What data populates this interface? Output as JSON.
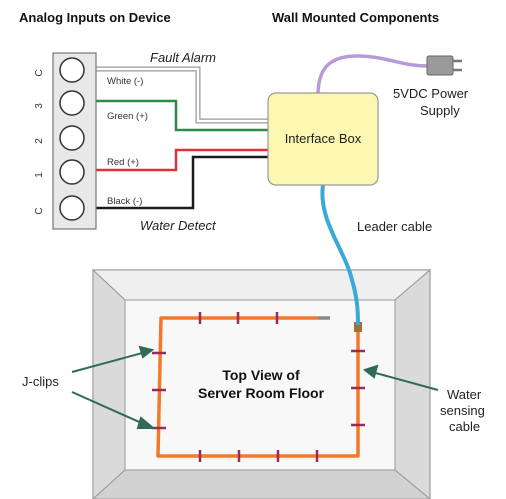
{
  "headings": {
    "left": "Analog Inputs on Device",
    "right": "Wall Mounted Components"
  },
  "terminals": [
    "C",
    "3",
    "2",
    "1",
    "C"
  ],
  "wires": {
    "white": "White (-)",
    "green": "Green (+)",
    "red": "Red (+)",
    "black": "Black (-)"
  },
  "labels": {
    "fault_alarm": "Fault Alarm",
    "water_detect": "Water Detect",
    "interface_box": "Interface Box",
    "power_supply_line1": "5VDC Power",
    "power_supply_line2": "Supply",
    "leader_cable": "Leader cable",
    "j_clips": "J-clips",
    "floor_line1": "Top View of",
    "floor_line2": "Server Room Floor",
    "sensing_line1": "Water",
    "sensing_line2": "sensing",
    "sensing_line3": "cable"
  },
  "colors": {
    "interface_box": "#fbf6b0",
    "leader_cable": "#3aa9d6",
    "power_cord": "#b79ad8",
    "sensing_cable": "#f07a2a",
    "clips": "#9c2b5a",
    "green_wire": "#2f8a4a",
    "red_wire": "#e0303a",
    "black_wire": "#1a1a1a",
    "room_wall": "#e4e4e4",
    "room_floor": "#f7f7f7"
  }
}
